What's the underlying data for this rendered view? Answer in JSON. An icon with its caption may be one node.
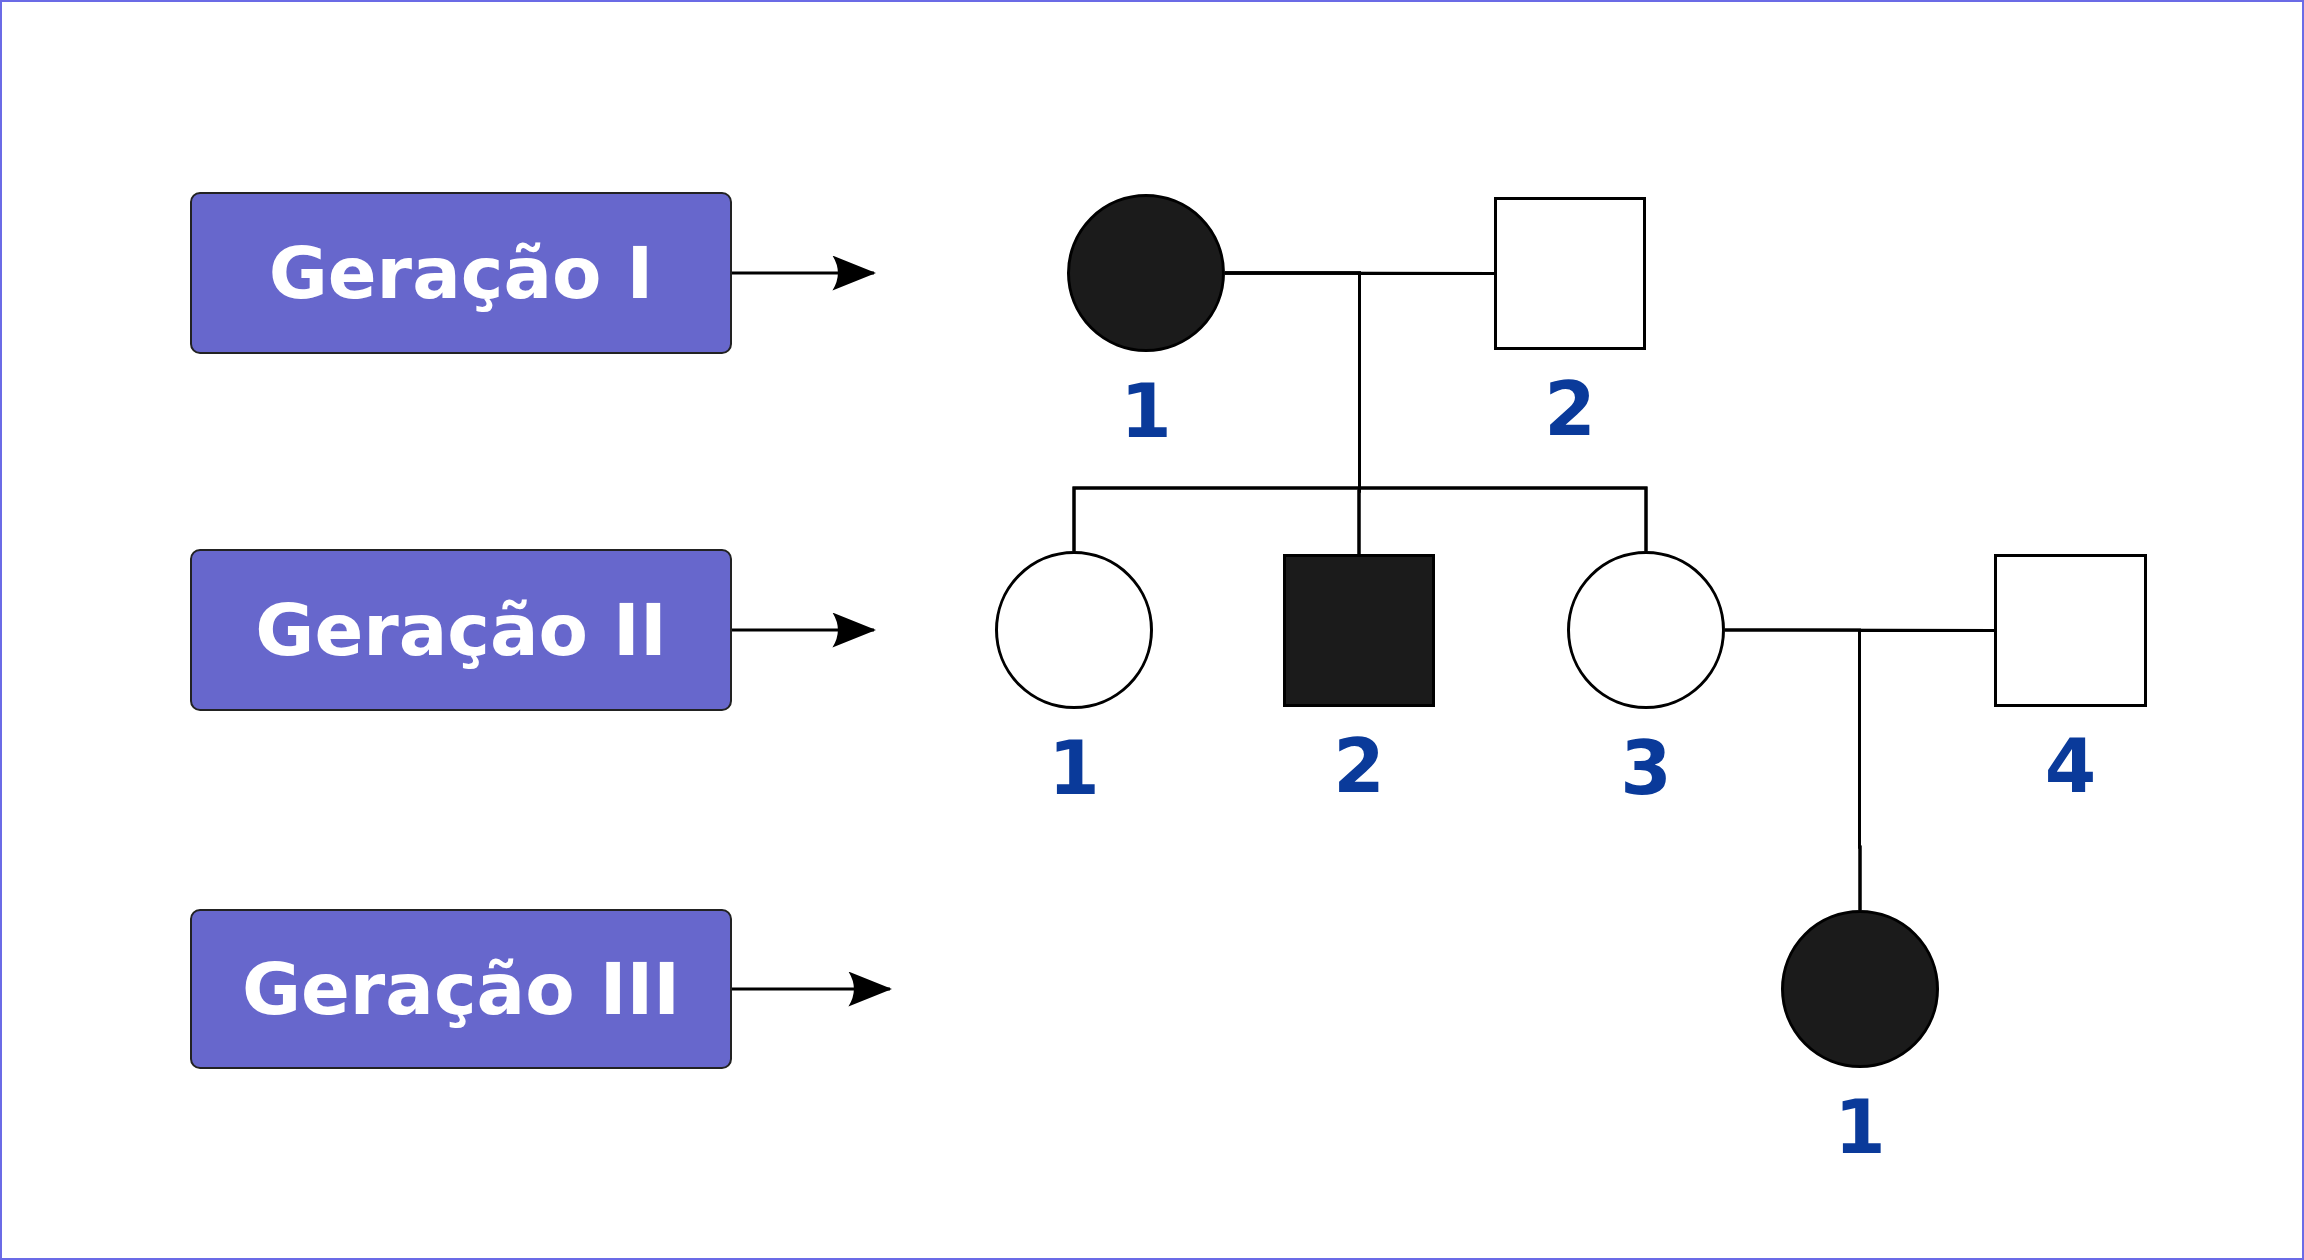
{
  "diagram": {
    "nodes": [
      {
        "text": [
          "Geração I"
        ]
      },
      {
        "text": [
          "Geração II"
        ]
      },
      {
        "text": [
          "Geração III"
        ]
      },
      {
        "text": [],
        "shape": "disc",
        "beside": [
          "1"
        ]
      },
      {
        "text": [],
        "shape": "box",
        "beside": [
          "2"
        ]
      },
      {
        "text": [],
        "shape": "circle",
        "beside": [
          "1"
        ]
      },
      {
        "text": [],
        "shape": "block",
        "beside": [
          "2"
        ]
      },
      {
        "text": [],
        "shape": "circle",
        "beside": [
          "3"
        ]
      },
      {
        "text": [],
        "shape": "box",
        "beside": [
          "4"
        ]
      },
      {
        "text": [],
        "shape": "disc",
        "beside": [
          "1"
        ]
      }
    ],
    "edges": [
      {
        "from": 0,
        "to": null,
        "arrow": "to"
      },
      {
        "from": 1,
        "to": null,
        "arrow": "to"
      },
      {
        "from": 2,
        "to": null,
        "arrow": "to"
      },
      {
        "from": 3,
        "to": 4,
        "arrow": "none"
      },
      {
        "from": 3,
        "to": 5,
        "arrow": "none"
      },
      {
        "from": 4,
        "to": 5,
        "arrow": "none"
      },
      {
        "from": 3,
        "to": 6,
        "arrow": "none"
      },
      {
        "from": 4,
        "to": 6,
        "arrow": "none"
      },
      {
        "from": 3,
        "to": 7,
        "arrow": "none"
      },
      {
        "from": 4,
        "to": 7,
        "arrow": "none"
      },
      {
        "from": 7,
        "to": 8,
        "arrow": "none"
      },
      {
        "from": 7,
        "to": 9,
        "arrow": "none"
      },
      {
        "from": 8,
        "to": 9,
        "arrow": "none"
      }
    ]
  }
}
